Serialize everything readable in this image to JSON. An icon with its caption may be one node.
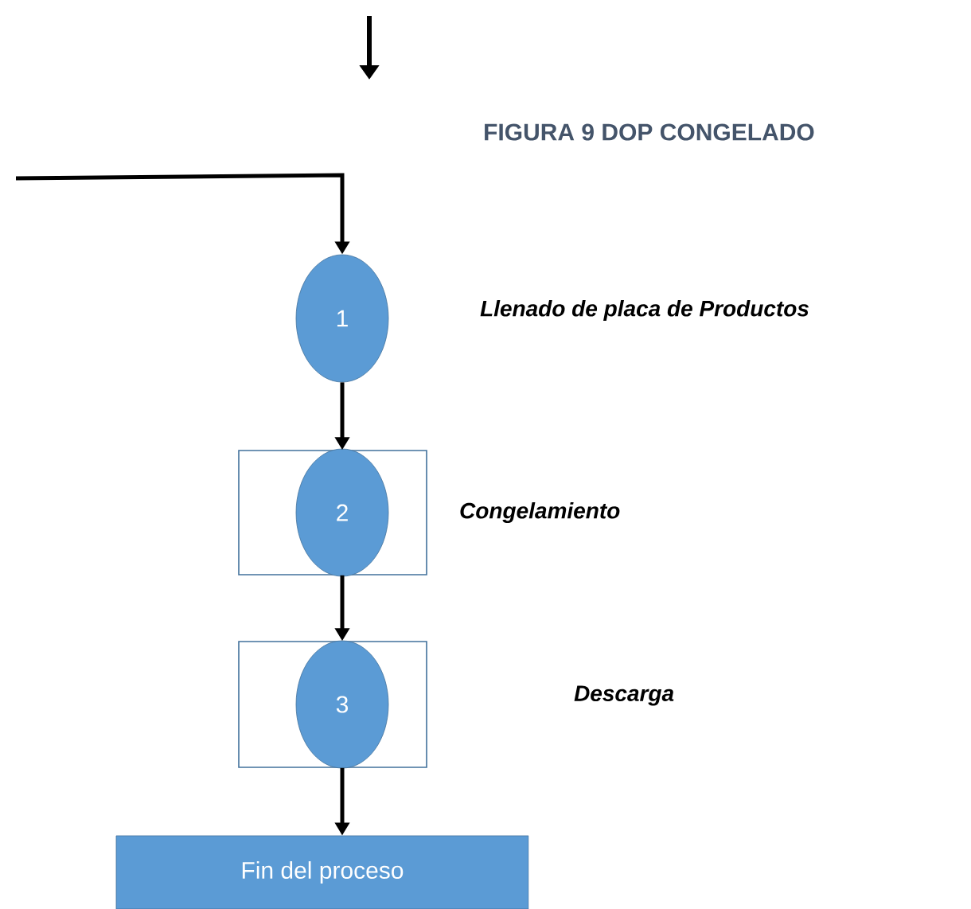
{
  "diagram": {
    "title": "FIGURA 9 DOP CONGELADO",
    "nodes": [
      {
        "text": [
          "1"
        ]
      },
      {
        "text": [],
        "shape": "box"
      },
      {
        "text": [
          "2"
        ],
        "in": 1
      },
      {
        "text": [],
        "shape": "box"
      },
      {
        "text": [
          "3"
        ],
        "in": 3
      },
      {
        "text": [
          "Fin del proceso"
        ]
      }
    ],
    "edges": [
      {
        "from": null,
        "to": 0,
        "arrow": "to"
      },
      {
        "from": 0,
        "to": 1,
        "arrow": "to"
      },
      {
        "from": 1,
        "to": 3,
        "arrow": "to"
      },
      {
        "from": 3,
        "to": 5,
        "arrow": "to"
      }
    ],
    "labels": [
      "Llenado de placa de Productos",
      "Congelamiento",
      "Descarga"
    ]
  }
}
